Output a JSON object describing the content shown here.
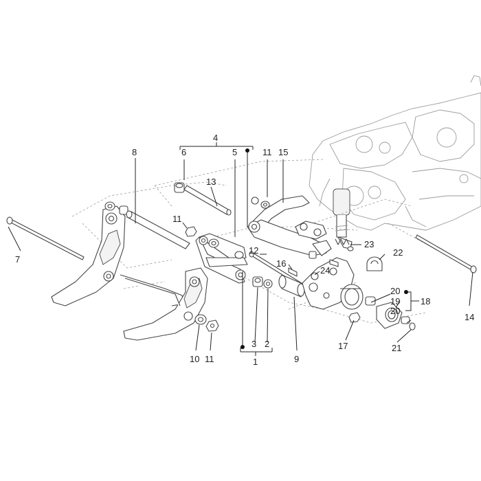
{
  "callouts": [
    {
      "key": "c4a",
      "text": "4"
    },
    {
      "key": "c8",
      "text": "8"
    },
    {
      "key": "c6",
      "text": "6"
    },
    {
      "key": "c5",
      "text": "5"
    },
    {
      "key": "c11a",
      "text": "11"
    },
    {
      "key": "c15",
      "text": "15"
    },
    {
      "key": "c13",
      "text": "13"
    },
    {
      "key": "c11b",
      "text": "11"
    },
    {
      "key": "c12",
      "text": "12"
    },
    {
      "key": "c16",
      "text": "16"
    },
    {
      "key": "c23",
      "text": "23"
    },
    {
      "key": "c22",
      "text": "22"
    },
    {
      "key": "c24",
      "text": "24"
    },
    {
      "key": "c7",
      "text": "7"
    },
    {
      "key": "c20a",
      "text": "20"
    },
    {
      "key": "c18",
      "text": "18"
    },
    {
      "key": "c19",
      "text": "19"
    },
    {
      "key": "c20b",
      "text": "20"
    },
    {
      "key": "c14",
      "text": "14"
    },
    {
      "key": "c17",
      "text": "17"
    },
    {
      "key": "c21",
      "text": "21"
    },
    {
      "key": "c10",
      "text": "10"
    },
    {
      "key": "c11c",
      "text": "11"
    },
    {
      "key": "c3",
      "text": "3"
    },
    {
      "key": "c2",
      "text": "2"
    },
    {
      "key": "c1",
      "text": "1"
    },
    {
      "key": "c9",
      "text": "9"
    }
  ]
}
